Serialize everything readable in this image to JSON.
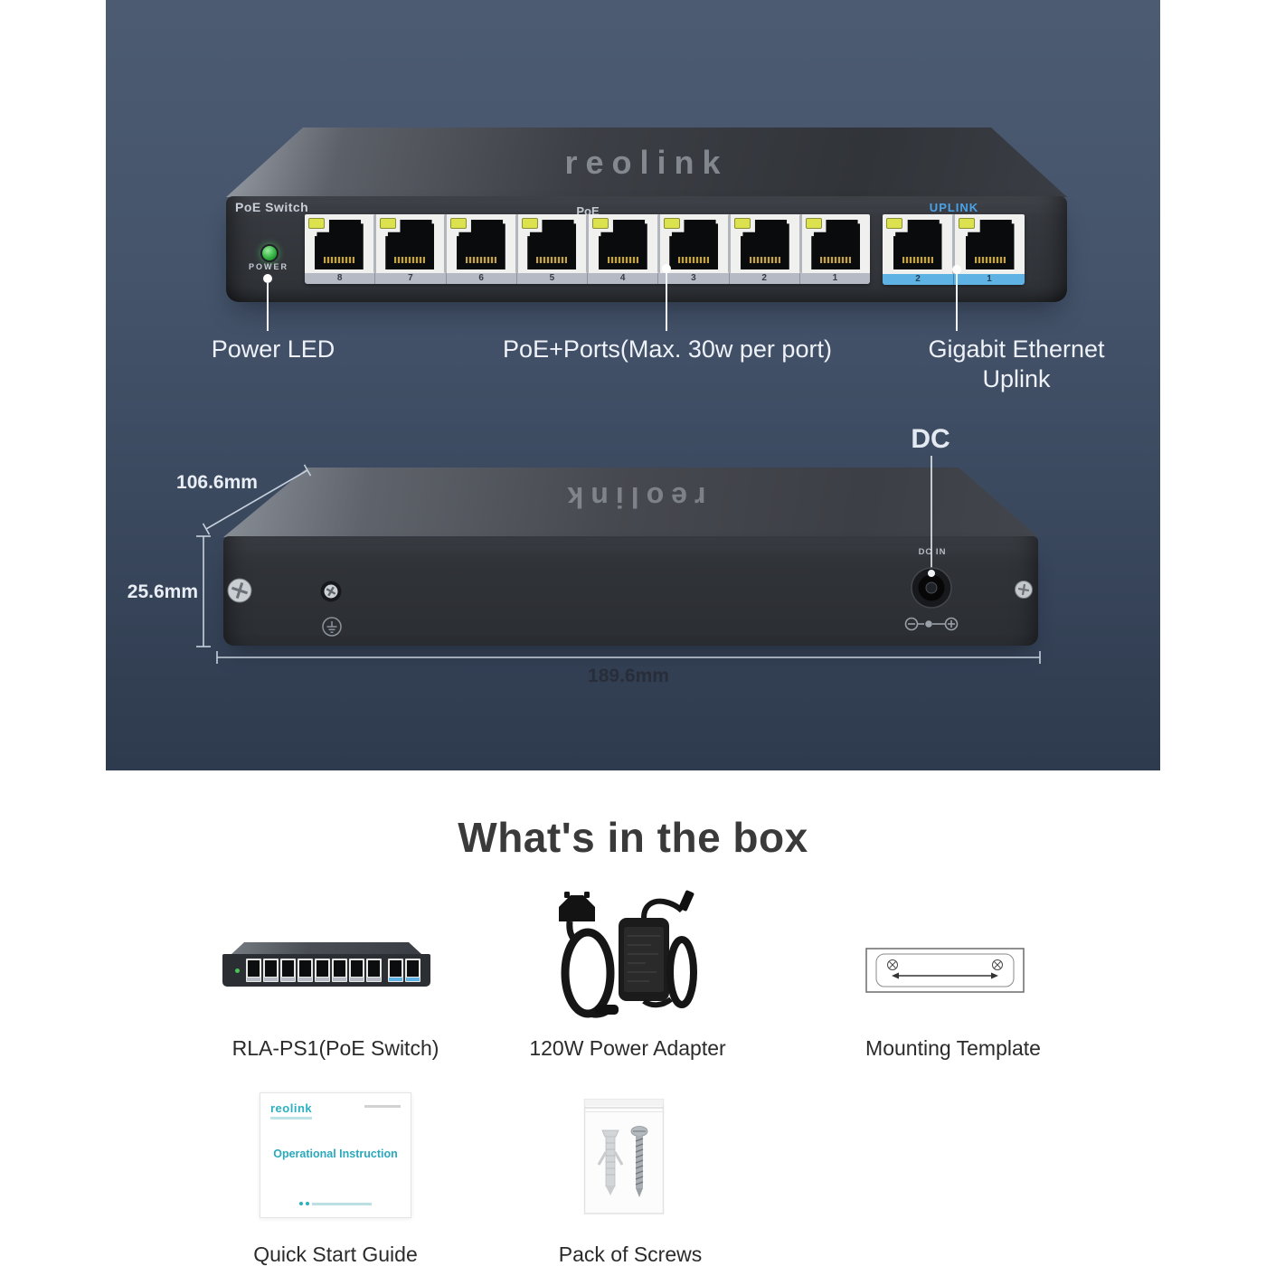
{
  "hero": {
    "brand_logo": "reolink",
    "front": {
      "device_label": "PoE Switch",
      "power_led_label": "POWER",
      "poe_group_label": "PoE",
      "uplink_group_label": "UPLINK",
      "poe_port_numbers": [
        "8",
        "7",
        "6",
        "5",
        "4",
        "3",
        "2",
        "1"
      ],
      "uplink_port_numbers": [
        "2",
        "1"
      ],
      "annotations": {
        "power_led": "Power LED",
        "poe_ports": "PoE+Ports(Max. 30w per port)",
        "uplink_line1": "Gigabit Ethernet",
        "uplink_line2": "Uplink"
      }
    },
    "back": {
      "dc_annotation": "DC",
      "dc_in_label": "DC IN",
      "dim_depth": "106.6mm",
      "dim_height": "25.6mm",
      "dim_width": "189.6mm"
    }
  },
  "box": {
    "title": "What's in the box",
    "items": [
      {
        "label": "RLA-PS1(PoE Switch)"
      },
      {
        "label": "120W Power Adapter"
      },
      {
        "label": "Mounting Template"
      },
      {
        "label": "Quick Start Guide"
      },
      {
        "label": "Pack of Screws"
      }
    ],
    "guide": {
      "logo": "reolink",
      "title": "Operational Instruction"
    }
  },
  "colors": {
    "background_top": "#4c5b72",
    "background_bottom": "#2e3a4d",
    "uplink_accent": "#5fb3e4",
    "uplink_text": "#4aa2e8",
    "power_led_green": "#35b243",
    "port_led_yellow": "#dce24d",
    "guide_teal": "#2ab0c0"
  }
}
